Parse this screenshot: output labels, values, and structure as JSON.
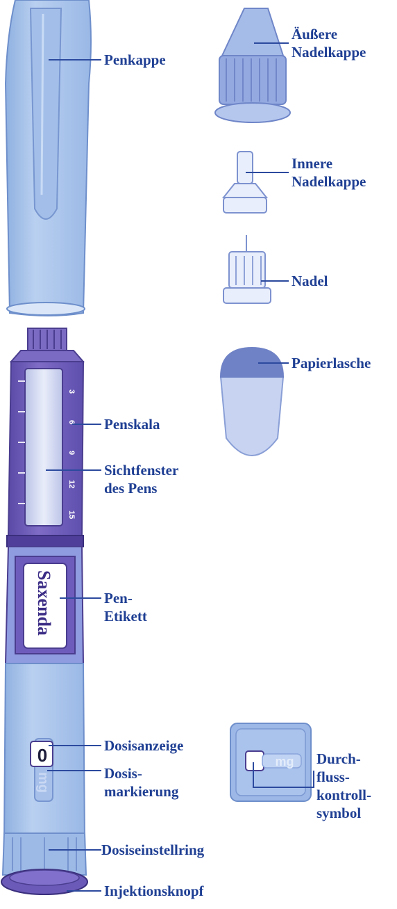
{
  "labels": {
    "pen_cap": "Penkappe",
    "outer_needle_cap": [
      "Äußere",
      "Nadelkappe"
    ],
    "inner_needle_cap": [
      "Innere",
      "Nadelkappe"
    ],
    "needle": "Nadel",
    "paper_tab": "Papierlasche",
    "pen_scale": "Penskala",
    "pen_window": [
      "Sichtfenster",
      "des Pens"
    ],
    "pen_label": [
      "Pen-",
      "Etikett"
    ],
    "dose_counter": "Dosisanzeige",
    "dose_pointer": [
      "Dosis-",
      "markierung"
    ],
    "flow_check": [
      "Durch-",
      "fluss-",
      "kontroll-",
      "symbol"
    ],
    "dose_selector": "Dosiseinstellring",
    "dose_button": "Injektionsknopf"
  },
  "pen": {
    "brand": "Saxenda",
    "scale_marks": [
      "3",
      "6",
      "9",
      "12",
      "15"
    ],
    "dose_value": "0",
    "dose_unit": "mg",
    "detail_dose_unit": "mg"
  },
  "colors": {
    "label_text": "#1f3f93",
    "leader_line": "#2c4a9e",
    "cap_blue": "#a9c4ea",
    "body_purple": "#6a58b4",
    "dark_purple": "#4a3d8f"
  }
}
